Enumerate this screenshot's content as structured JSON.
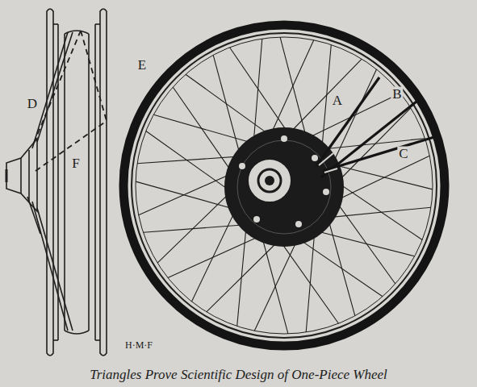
{
  "diagram": {
    "caption": "Triangles Prove Scientific Design of One-Piece Wheel",
    "labels": [
      "A",
      "B",
      "C",
      "D",
      "E",
      "F",
      "H·M·F"
    ]
  }
}
